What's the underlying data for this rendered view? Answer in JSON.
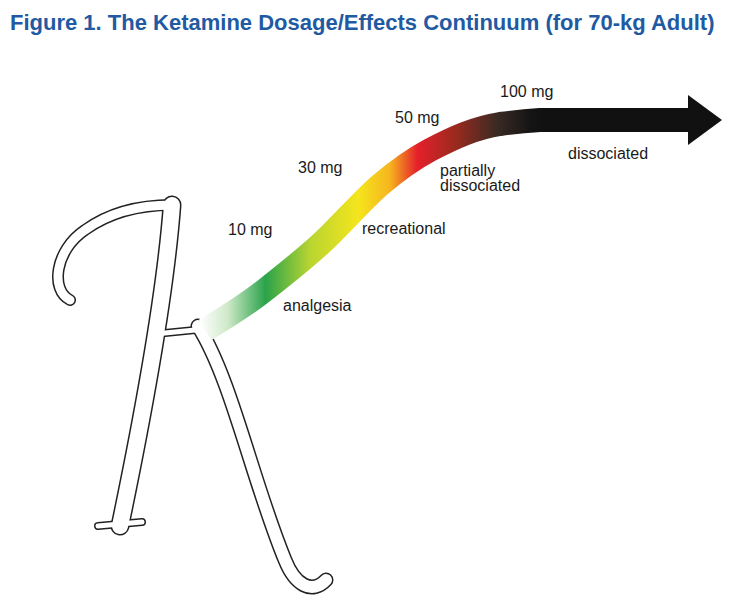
{
  "diagram": {
    "title": "Figure 1. The Ketamine Dosage/Effects Continuum (for 70-kg Adult)",
    "labels": [
      "10 mg",
      "30 mg",
      "50 mg",
      "100 mg",
      "analgesia",
      "recreational",
      "partially dissociated",
      "dissociated"
    ]
  }
}
